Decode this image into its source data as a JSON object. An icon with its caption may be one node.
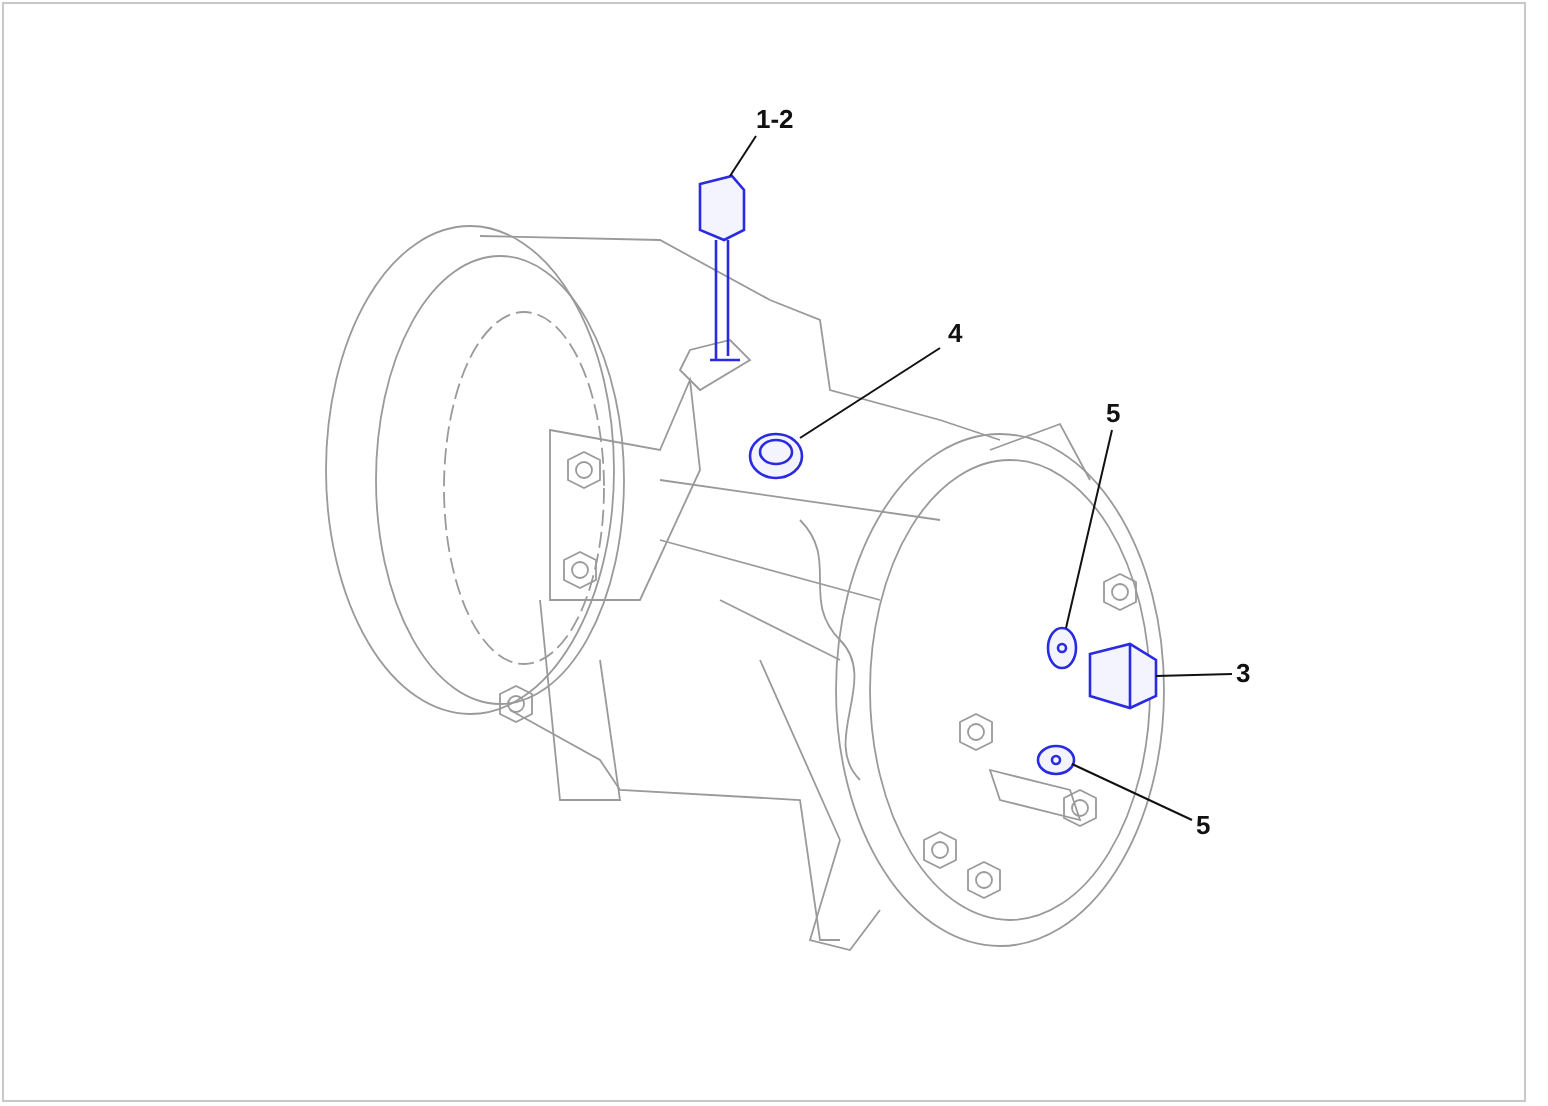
{
  "diagram": {
    "nodes": [
      {
        "text": [
          "1-2"
        ]
      },
      {
        "text": [],
        "shape": "picture"
      },
      {
        "text": [
          "4"
        ]
      },
      {
        "text": [],
        "shape": "picture"
      },
      {
        "text": [
          "5"
        ]
      },
      {
        "text": [],
        "shape": "picture"
      },
      {
        "text": [
          "3"
        ]
      },
      {
        "text": [],
        "shape": "picture"
      },
      {
        "text": [
          "5"
        ]
      },
      {
        "text": [],
        "shape": "picture"
      }
    ],
    "edges": [
      {
        "from": 0,
        "to": 1,
        "arrow": "none"
      },
      {
        "from": 2,
        "to": 3,
        "arrow": "none"
      },
      {
        "from": 4,
        "to": 5,
        "arrow": "none"
      },
      {
        "from": 6,
        "to": 7,
        "arrow": "none"
      },
      {
        "from": 8,
        "to": 9,
        "arrow": "none"
      }
    ]
  }
}
